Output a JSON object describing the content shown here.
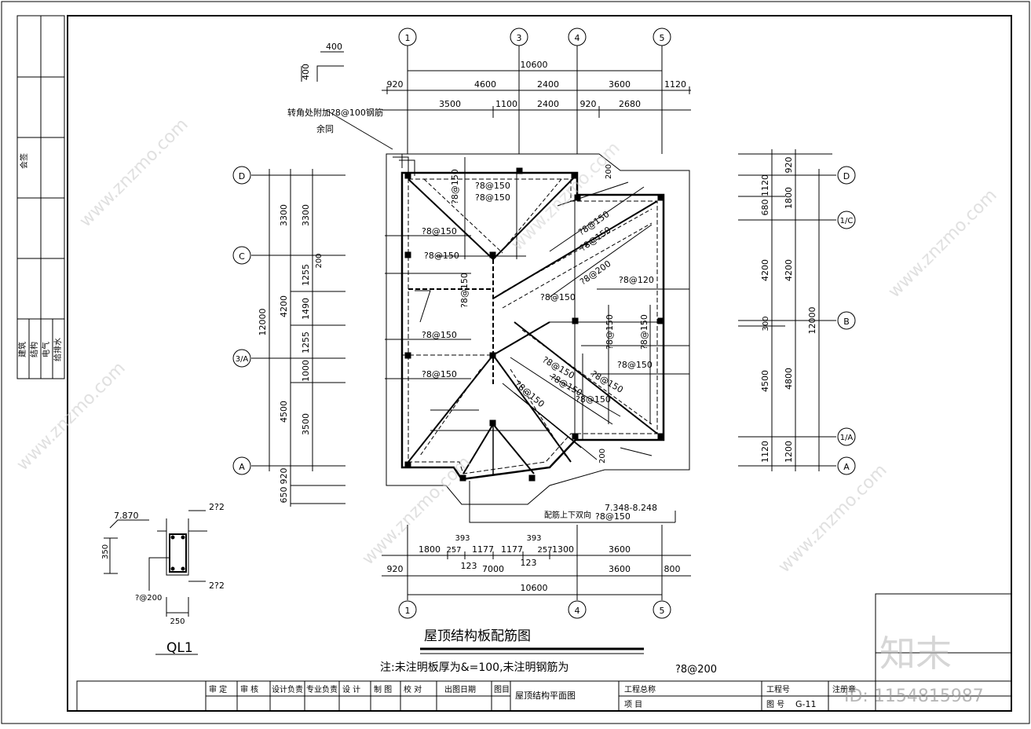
{
  "sheet": {
    "title": "屋顶结构板配筋图",
    "note_prefix": "注:未注明板厚为&=100,未注明钢筋为",
    "note_rebar": "?8@200",
    "corner_note_1": "转角处附加?8@100钢筋",
    "corner_note_2": "余同",
    "elevation_note": "7.348-8.248",
    "double_layer_note": "配筋上下双向",
    "double_layer_rebar": "?8@150"
  },
  "axes": {
    "top": [
      "1",
      "3",
      "4",
      "5"
    ],
    "bottom": [
      "1",
      "4",
      "5"
    ],
    "left": [
      "D",
      "C",
      "3/A",
      "A"
    ],
    "right": [
      "D",
      "1/C",
      "B",
      "1/A",
      "A"
    ]
  },
  "dims": {
    "top_total": "10600",
    "top_row1": [
      "920",
      "4600",
      "2400",
      "3600",
      "1120"
    ],
    "top_row2": [
      "3500",
      "1100",
      "2400",
      "920",
      "2680"
    ],
    "bottom_row1": [
      "1800",
      "257",
      "393",
      "1177",
      "1177",
      "393",
      "257",
      "1300",
      "3600"
    ],
    "bottom_sub": [
      "123",
      "123"
    ],
    "bottom_row2": [
      "920",
      "7000",
      "3600",
      "800"
    ],
    "bottom_total": "10600",
    "left_outer": [
      "12000"
    ],
    "left_mid": [
      "3300",
      "4200",
      "4500"
    ],
    "left_inner": [
      "3300",
      "1255",
      "1490",
      "1255",
      "1000",
      "3500"
    ],
    "left_small": [
      "200",
      "920",
      "650"
    ],
    "right_outer": [
      "12000"
    ],
    "right_mid": [
      "1800",
      "4200",
      "4800",
      "1200"
    ],
    "right_inner": [
      "1120",
      "680",
      "4200",
      "300",
      "4500",
      "1120"
    ],
    "right_top": "920",
    "corner_detail": [
      "400",
      "400"
    ],
    "slope_small": [
      "200",
      "200"
    ]
  },
  "rebar_labels": [
    "?8@150",
    "?8@150",
    "?8@150",
    "?8@150",
    "?8@150",
    "?8@150",
    "?8@150",
    "?8@200",
    "?8@120",
    "?8@150",
    "?8@150",
    "?8@150",
    "?8@150",
    "?8@150",
    "?8@150",
    "?8@150",
    "?8@150",
    "?8@150",
    "?8@150",
    "?8@150",
    "?8@150"
  ],
  "section": {
    "name": "QL1",
    "elev": "7.870",
    "top_bars": "2?2",
    "bottom_bars": "2?2",
    "height": "350",
    "width": "250",
    "stirrup": "?@200"
  },
  "side_strip": {
    "label1": "会签",
    "label2": "建筑",
    "label3": "结构",
    "label4": "电气",
    "label5": "给排水"
  },
  "title_block": {
    "cells": [
      "审 定",
      "审 核",
      "设计负责",
      "专业负责",
      "设 计",
      "制 图",
      "校 对",
      "出图日期",
      "图目",
      "屋顶结构平面图",
      "工程总称",
      "项 目",
      "工程号",
      "图 号",
      "注册章",
      "G-11"
    ]
  },
  "watermark": {
    "logo": "知末",
    "id_text": "ID: 1154815987",
    "site": "www.znzmo.com"
  }
}
